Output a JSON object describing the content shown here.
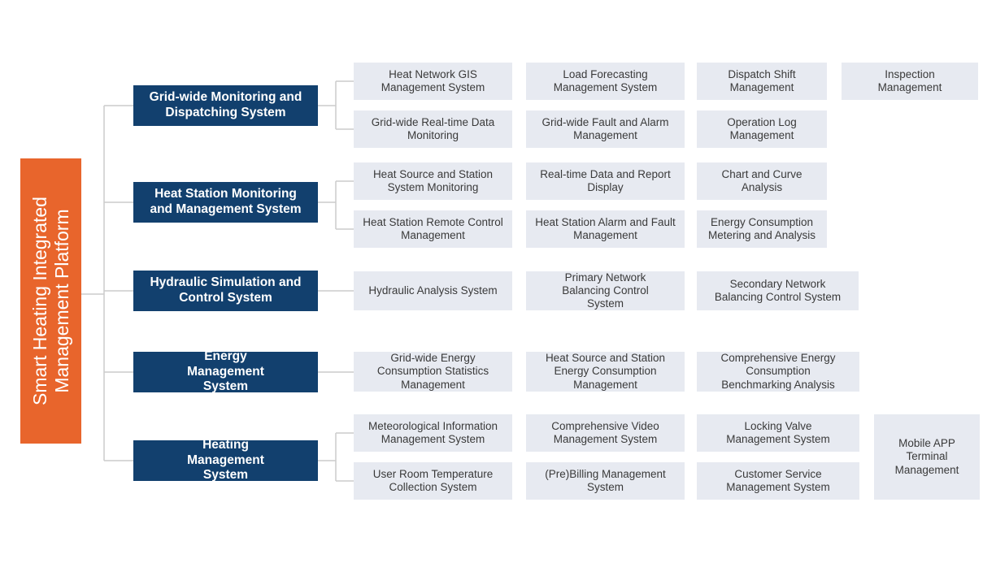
{
  "colors": {
    "platform_box_orange": "#E8652C",
    "branch_box_navy": "#12406E",
    "leaf_box_gray": "#E7EAF1",
    "connector_gray": "#CCCCCC",
    "leaf_text": "#3A3A3A",
    "box_text_white": "#FFFFFF"
  },
  "diagram": {
    "root": {
      "label": "Smart Heating Integrated Management Platform"
    },
    "branches": [
      {
        "label": "Grid-wide Monitoring and Dispatching System",
        "children": [
          "Heat Network GIS Management System",
          "Load Forecasting Management System",
          "Dispatch Shift Management",
          "Inspection Management",
          "Grid-wide Real-time Data Monitoring",
          "Grid-wide Fault and Alarm Management",
          "Operation Log Management"
        ]
      },
      {
        "label": "Heat Station Monitoring and Management System",
        "children": [
          "Heat Source and Station System Monitoring",
          "Real-time Data and Report Display",
          "Chart and Curve Analysis",
          "Heat Station Remote Control Management",
          "Heat Station Alarm and Fault Management",
          "Energy Consumption Metering and Analysis"
        ]
      },
      {
        "label": "Hydraulic Simulation and Control System",
        "children": [
          "Hydraulic Analysis System",
          "Primary Network Balancing Control System",
          "Secondary Network Balancing Control System"
        ]
      },
      {
        "label": "Energy Management System",
        "children": [
          "Grid-wide Energy Consumption Statistics Management",
          "Heat Source and Station Energy Consumption Management",
          "Comprehensive Energy Consumption Benchmarking Analysis"
        ]
      },
      {
        "label": "Heating Management System",
        "children": [
          "Meteorological Information Management System",
          "Comprehensive Video Management System",
          "Locking Valve Management System",
          "User Room Temperature Collection System",
          "(Pre)Billing Management System",
          "Customer Service Management System",
          "Mobile APP Terminal Management"
        ]
      }
    ]
  }
}
